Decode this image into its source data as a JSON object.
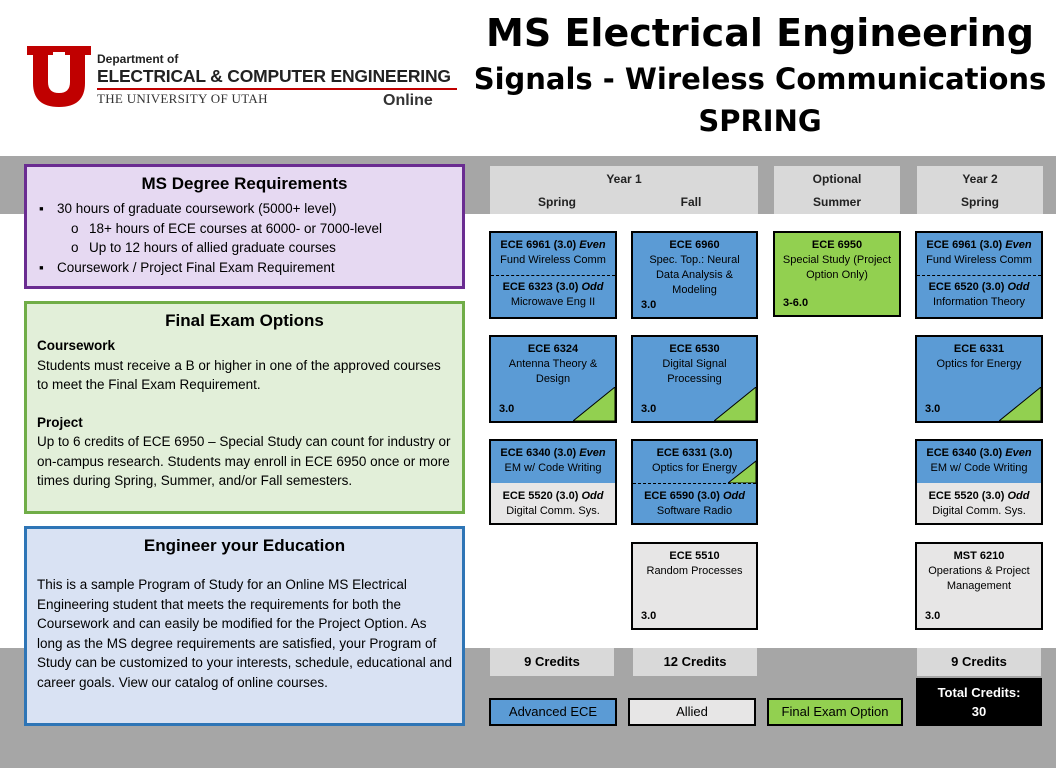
{
  "logo": {
    "dept_of": "Department of",
    "dept_name": "ELECTRICAL & COMPUTER ENGINEERING",
    "university": "THE UNIVERSITY OF UTAH",
    "online": "Online",
    "brand_color": "#c00000"
  },
  "title": {
    "line1": "MS Electrical Engineering",
    "line2": "Signals - Wireless Communications",
    "line3": "SPRING"
  },
  "requirements": {
    "heading": "MS Degree Requirements",
    "items": [
      "30 hours of graduate coursework (5000+ level)",
      "18+ hours of ECE courses at 6000- or 7000-level",
      "Up to 12 hours of allied graduate courses",
      "Coursework / Project Final Exam Requirement"
    ]
  },
  "exam": {
    "heading": "Final Exam Options",
    "coursework_title": "Coursework",
    "coursework_text": "Students must receive a B or higher in one of the approved courses to meet the Final Exam Requirement.",
    "project_title": "Project",
    "project_text": "Up to 6 credits of ECE 6950 – Special Study can count for industry or on-campus research. Students may enroll in ECE 6950 once or more times during Spring, Summer, and/or Fall semesters."
  },
  "education": {
    "heading": "Engineer your Education",
    "text": "This is a sample Program of Study for an Online MS Electrical Engineering student that meets the requirements for both the Coursework and can easily be modified for the Project Option. As long as the MS degree requirements are satisfied, your Program of Study can be customized to your interests, schedule, educational and career goals. View our catalog of online courses."
  },
  "headers": {
    "year1": "Year 1",
    "spring": "Spring",
    "fall": "Fall",
    "optional": "Optional",
    "summer": "Summer",
    "year2": "Year 2",
    "spring2": "Spring"
  },
  "courses": {
    "c1": {
      "top_code": "ECE 6961 (3.0) ",
      "top_tag": "Even",
      "top_name": "Fund Wireless Comm",
      "bot_code": "ECE 6323 (3.0) ",
      "bot_tag": "Odd",
      "bot_name": "Microwave Eng II"
    },
    "c2": {
      "code": "ECE 6960",
      "name": "Spec. Top.: Neural Data Analysis & Modeling",
      "credits": "3.0"
    },
    "c3": {
      "code": "ECE 6950",
      "name": "Special Study (Project Option Only)",
      "credits": "3-6.0"
    },
    "c4": {
      "top_code": "ECE 6961 (3.0) ",
      "top_tag": "Even",
      "top_name": "Fund Wireless Comm",
      "bot_code": "ECE 6520 (3.0) ",
      "bot_tag": "Odd",
      "bot_name": "Information Theory"
    },
    "c5": {
      "code": "ECE 6324",
      "name": "Antenna Theory & Design",
      "credits": "3.0"
    },
    "c6": {
      "code": "ECE 6530",
      "name": "Digital Signal Processing",
      "credits": "3.0"
    },
    "c7": {
      "code": "ECE 6331",
      "name": "Optics for Energy",
      "credits": "3.0"
    },
    "c8": {
      "top_code": "ECE 6340 (3.0) ",
      "top_tag": "Even",
      "top_name": "EM w/ Code Writing",
      "bot_code": "ECE 5520 (3.0) ",
      "bot_tag": "Odd",
      "bot_name": "Digital Comm. Sys."
    },
    "c9": {
      "top_code": "ECE 6331 (3.0)",
      "top_name": "Optics for Energy",
      "bot_code": "ECE 6590 (3.0) ",
      "bot_tag": "Odd",
      "bot_name": "Software Radio"
    },
    "c10": {
      "top_code": "ECE 6340 (3.0) ",
      "top_tag": "Even",
      "top_name": "EM w/ Code Writing",
      "bot_code": "ECE 5520 (3.0) ",
      "bot_tag": "Odd",
      "bot_name": "Digital Comm. Sys."
    },
    "c11": {
      "code": "ECE 5510",
      "name": "Random Processes",
      "credits": "3.0"
    },
    "c12": {
      "code": "MST 6210",
      "name": "Operations & Project Management",
      "credits": "3.0"
    }
  },
  "credits": {
    "spring1": "9 Credits",
    "fall1": "12 Credits",
    "spring2": "9 Credits",
    "total_label": "Total Credits:",
    "total_value": "30"
  },
  "legend": {
    "advanced": "Advanced ECE",
    "allied": "Allied",
    "final_exam": "Final Exam Option"
  },
  "colors": {
    "advanced_ece": "#5b9bd5",
    "allied": "#e7e6e6",
    "final_exam_option": "#92d050",
    "requirements_border": "#6a2c91",
    "exam_border": "#70ad47",
    "education_border": "#2e75b6"
  }
}
